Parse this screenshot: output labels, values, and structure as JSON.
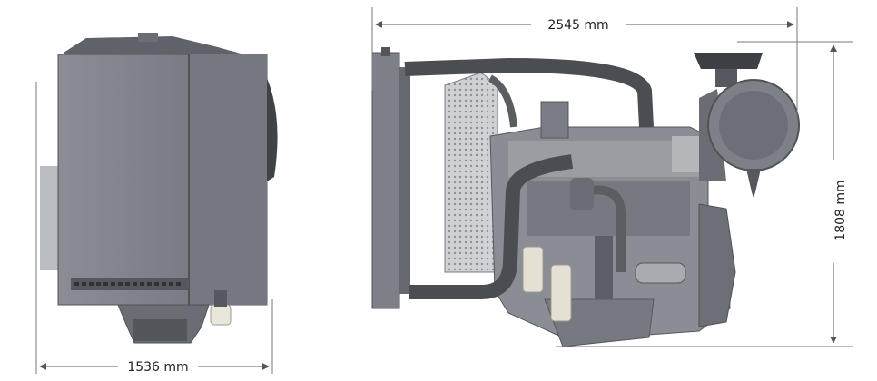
{
  "dimensions": {
    "length": {
      "value": "2545",
      "unit": "mm"
    },
    "height": {
      "value": "1808",
      "unit": "mm"
    },
    "width": {
      "value": "1536",
      "unit": "mm"
    }
  },
  "colors": {
    "body": "#7e8288",
    "body_dark": "#5c6066",
    "body_light": "#a9adb2",
    "pipe": "#4a4d52",
    "filter": "#e4e1d4",
    "dim_line": "#555555"
  }
}
